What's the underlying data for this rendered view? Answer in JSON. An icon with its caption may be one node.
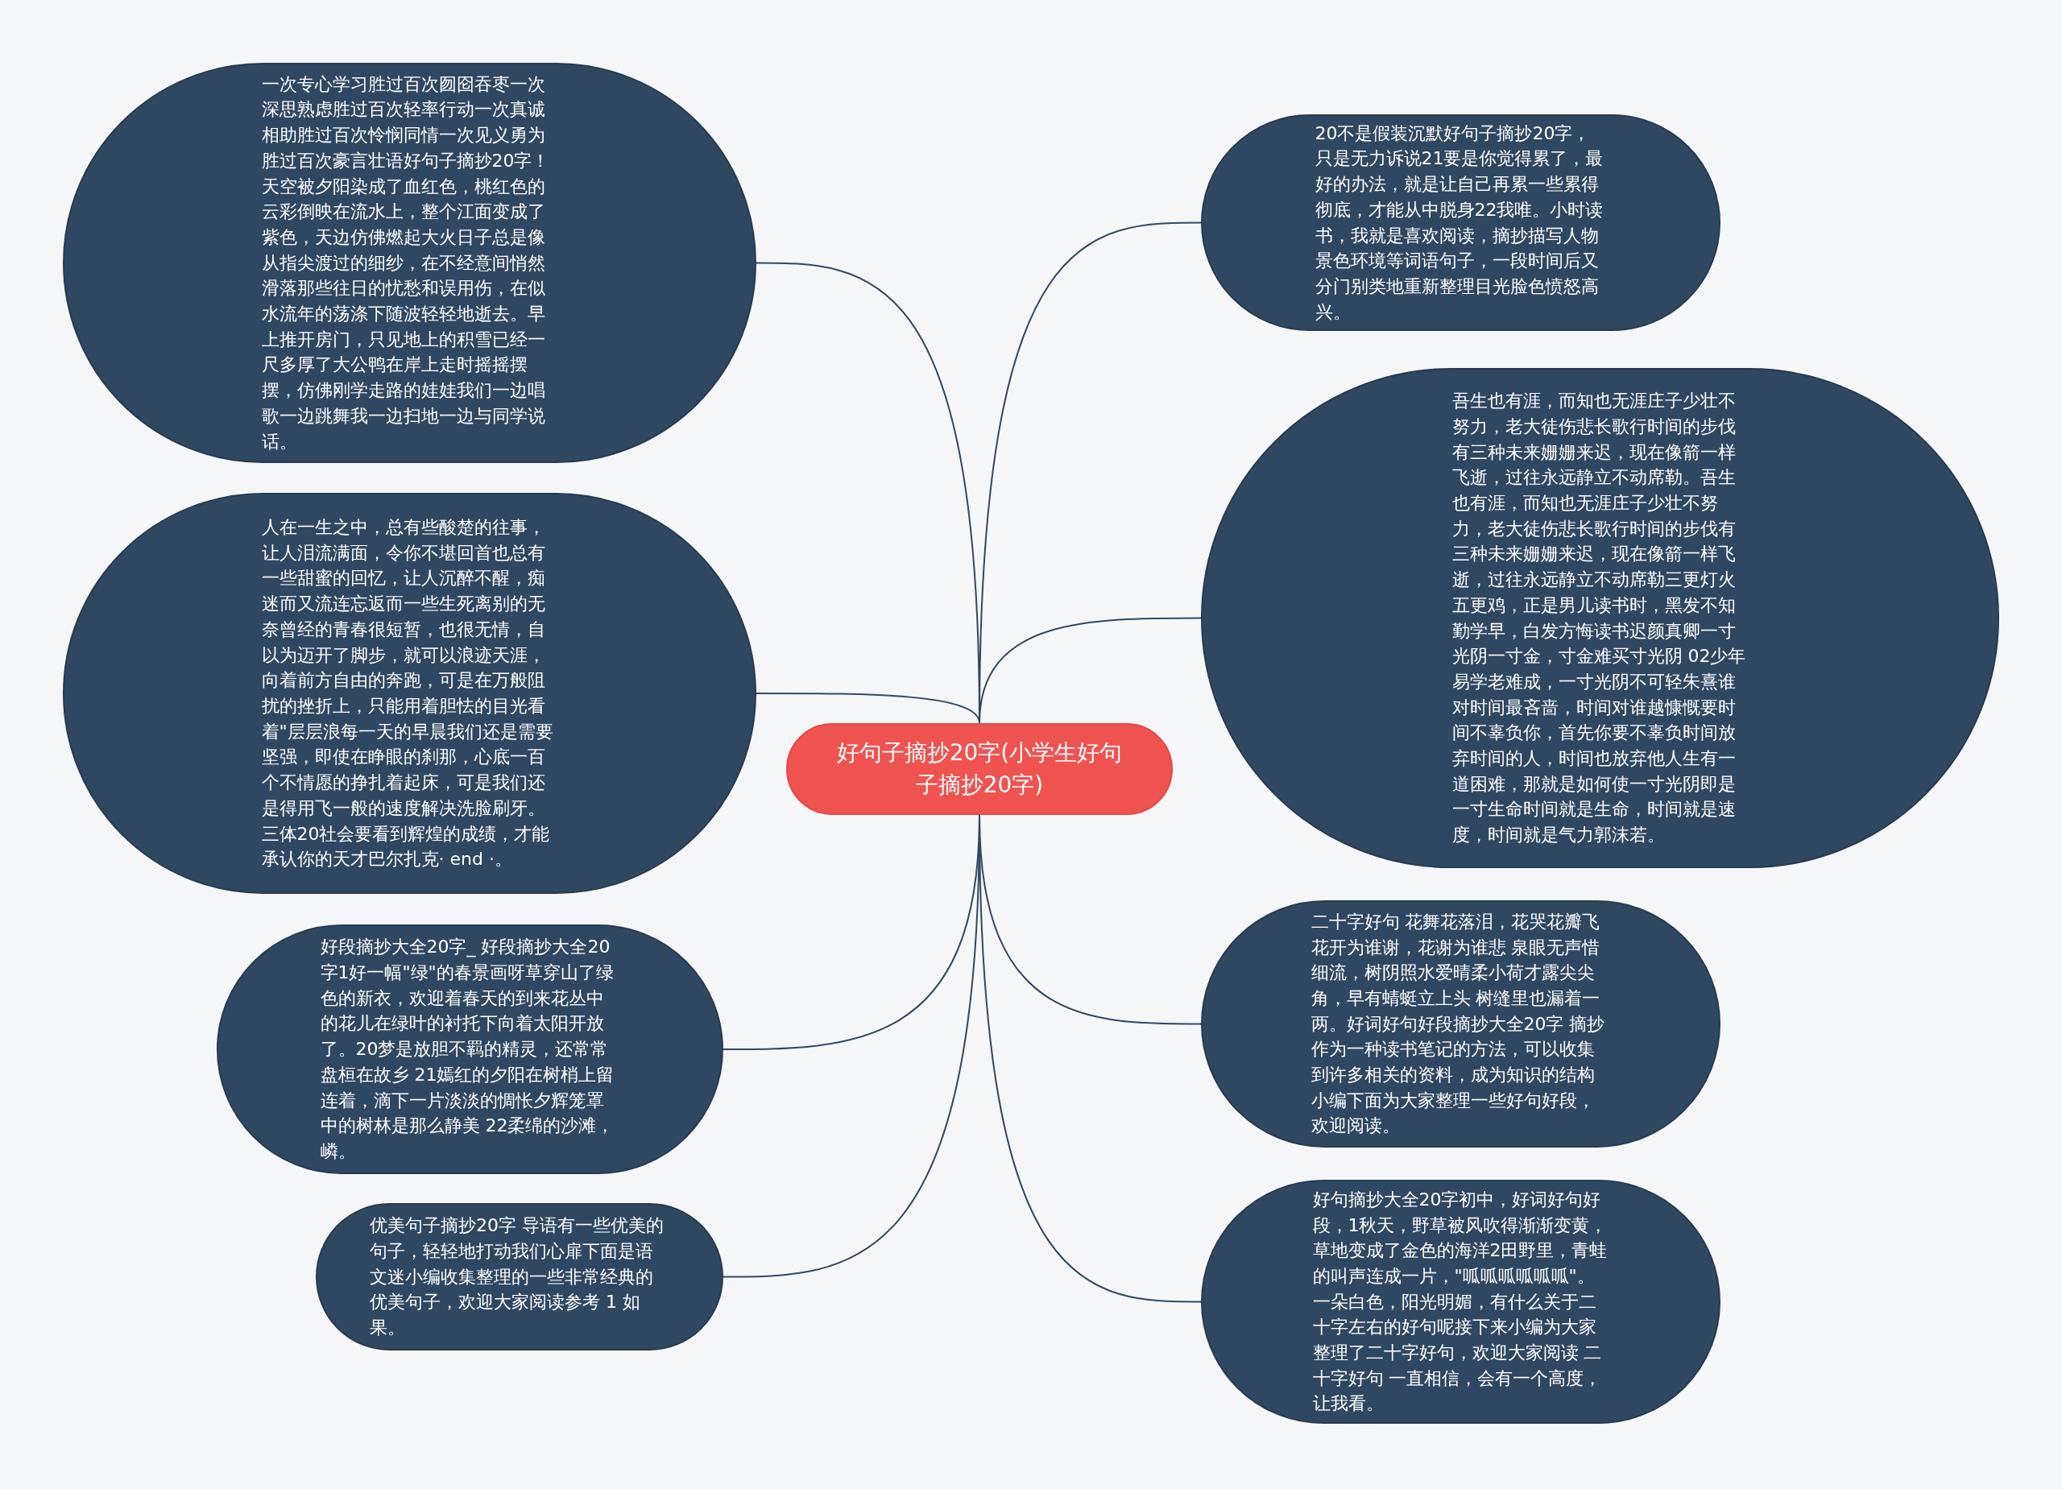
{
  "diagram": {
    "nodes": [
      {
        "text": [
          "好句子摘抄20字(小学生好句子摘抄20字)"
        ]
      },
      {
        "text": [
          "一次专心学习胜过百次囫囵吞枣一次深思熟虑胜过百次轻率行动一次真诚相助胜过百次怜悯同情一次见义勇为胜过百次豪言壮语好句子摘抄20字！天空被夕阳染成了血红色，桃红色的云彩倒映在流水上，整个江面变成了紫色，天边仿佛燃起大火日子总是像从指尖渡过的细纱，在不经意间悄然滑落那些往日的忧愁和误用伤，在似水流年的荡涤下随波轻轻地逝去。早上推开房门，只见地上的积雪已经一尺多厚了大公鸭在岸上走时摇摇摆摆，仿佛刚学走路的娃娃我们一边唱歌一边跳舞我一边扫地一边与同学说话。"
        ]
      },
      {
        "text": [
          "人在一生之中，总有些酸楚的往事，让人泪流满面，令你不堪回首也总有一些甜蜜的回忆，让人沉醉不醒，痴迷而又流连忘返而一些生死离别的无奈曾经的青春很短暂，也很无情，自以为迈开了脚步，就可以浪迹天涯，向着前方自由的奔跑，可是在万般阻扰的挫折上，只能用着胆怯的目光看着\"层层浪每一天的早晨我们还是需要坚强，即使在睁眼的刹那，心底一百个不情愿的挣扎着起床，可是我们还是得用飞一般的速度解决洗脸刷牙。三体20社会要看到辉煌的成绩，才能承认你的天才巴尔扎克· end ·。"
        ]
      },
      {
        "text": [
          "好段摘抄大全20字_ 好段摘抄大全20字1好一幅\"绿\"的春景画呀草穿山了绿色的新衣，欢迎着春天的到来花丛中的花儿在绿叶的衬托下向着太阳开放了。20梦是放胆不羁的精灵，还常常盘桓在故乡 21嫣红的夕阳在树梢上留连着，滴下一片淡淡的惆怅夕辉笼罩中的树林是那么静美 22柔绵的沙滩，嶙。"
        ]
      },
      {
        "text": [
          "优美句子摘抄20字 导语有一些优美的句子，轻轻地打动我们心扉下面是语文迷小编收集整理的一些非常经典的优美句子，欢迎大家阅读参考 1 如果。"
        ]
      },
      {
        "text": [
          "20不是假装沉默好句子摘抄20字，只是无力诉说21要是你觉得累了，最好的办法，就是让自己再累一些累得彻底，才能从中脱身22我唯。小时读书，我就是喜欢阅读，摘抄描写人物景色环境等词语句子，一段时间后又分门别类地重新整理目光脸色愤怒高兴。"
        ]
      },
      {
        "text": [
          "吾生也有涯，而知也无涯庄子少壮不努力，老大徒伤悲长歌行时间的步伐有三种未来姗姗来迟，现在像箭一样飞逝，过往永远静立不动席勒。吾生也有涯，而知也无涯庄子少壮不努力，老大徒伤悲长歌行时间的步伐有三种未来姗姗来迟，现在像箭一样飞逝，过往永远静立不动席勒三更灯火五更鸡，正是男儿读书时，黑发不知勤学早，白发方悔读书迟颜真卿一寸光阴一寸金，寸金难买寸光阴 02少年易学老难成，一寸光阴不可轻朱熹谁对时间最吝啬，时间对谁越慷慨要时间不辜负你，首先你要不辜负时间放弃时间的人，时间也放弃他人生有一道困难，那就是如何使一寸光阴即是一寸生命时间就是生命，时间就是速度，时间就是气力郭沫若。"
        ]
      },
      {
        "text": [
          "二十字好句 花舞花落泪，花哭花瓣飞花开为谁谢，花谢为谁悲 泉眼无声惜细流，树阴照水爱晴柔小荷才露尖尖角，早有蜻蜓立上头 树缝里也漏着一两。好词好句好段摘抄大全20字 摘抄作为一种读书笔记的方法，可以收集到许多相关的资料，成为知识的结构小编下面为大家整理一些好句好段，欢迎阅读。"
        ]
      },
      {
        "text": [
          "好句摘抄大全20字初中，好词好句好段，1秋天，野草被风吹得渐渐变黄，草地变成了金色的海洋2田野里，青蛙的叫声连成一片，\"呱呱呱呱呱呱\"。一朵白色，阳光明媚，有什么关于二十字左右的好句呢接下来小编为大家整理了二十字好句，欢迎大家阅读 二十字好句 一直相信，会有一个高度，让我看。"
        ]
      }
    ],
    "edges": [
      {
        "from": 0,
        "to": 1,
        "arrow": "none"
      },
      {
        "from": 0,
        "to": 2,
        "arrow": "none"
      },
      {
        "from": 0,
        "to": 3,
        "arrow": "none"
      },
      {
        "from": 0,
        "to": 4,
        "arrow": "none"
      },
      {
        "from": 0,
        "to": 5,
        "arrow": "none"
      },
      {
        "from": 0,
        "to": 6,
        "arrow": "none"
      },
      {
        "from": 0,
        "to": 7,
        "arrow": "none"
      },
      {
        "from": 0,
        "to": 8,
        "arrow": "none"
      }
    ]
  }
}
